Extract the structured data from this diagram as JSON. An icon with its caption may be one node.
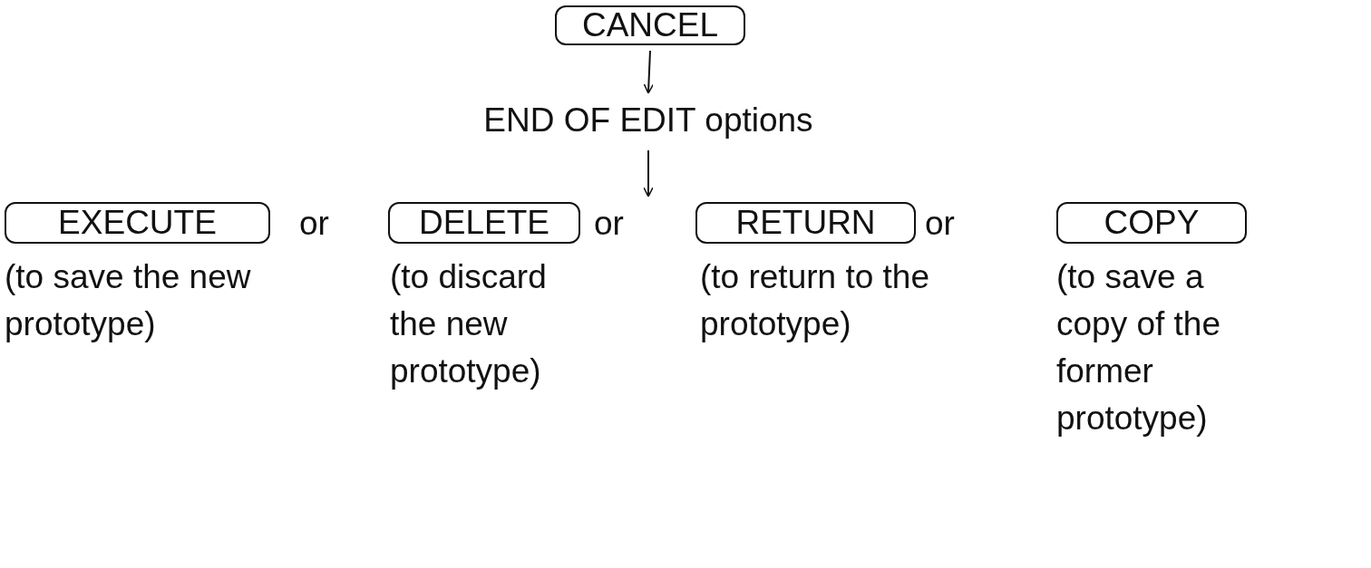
{
  "diagram": {
    "nodes": [
      {
        "text": [
          "CANCEL"
        ]
      },
      {
        "text": [
          "END OF EDIT options"
        ]
      },
      {
        "text": [
          "EXECUTE"
        ],
        "beside": [
          "(to save the new prototype)"
        ]
      },
      {
        "text": [
          "DELETE"
        ],
        "beside": [
          "(to discard the new prototype)"
        ]
      },
      {
        "text": [
          "RETURN"
        ],
        "beside": [
          "(to return to the prototype)"
        ]
      },
      {
        "text": [
          "COPY"
        ],
        "beside": [
          "(to save a copy of the former prototype)"
        ]
      }
    ],
    "edges": [
      {
        "from": 0,
        "to": 1,
        "arrow": "to"
      },
      {
        "from": 1,
        "to": null,
        "arrow": "to"
      }
    ],
    "labels": [
      "or",
      "or",
      "or"
    ]
  }
}
